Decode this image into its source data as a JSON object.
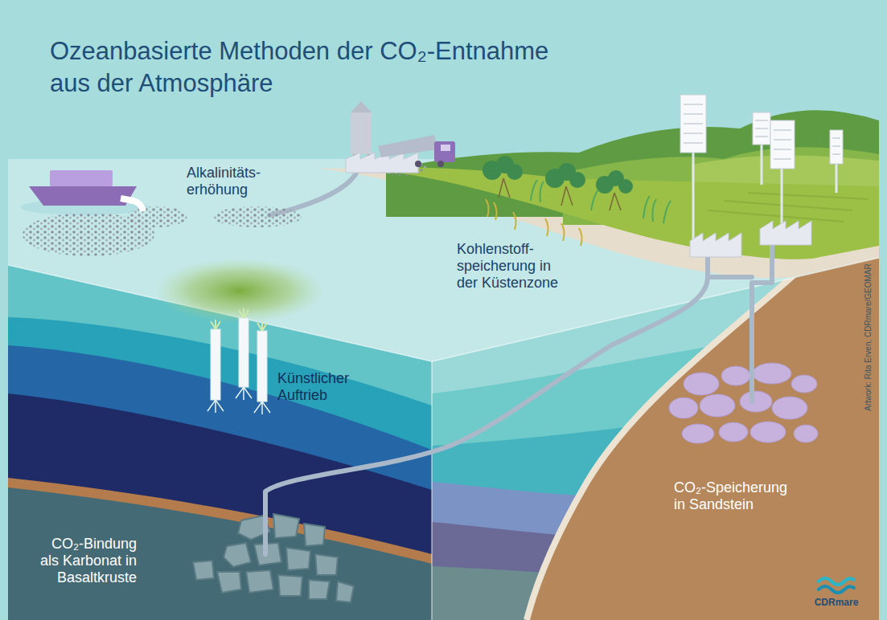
{
  "diagram": {
    "title": "Ozeanbasierte Methoden der CO₂-Entnahme aus der Atmosphäre",
    "labels": [
      "Alkalinitäts- erhöhung",
      "Kohlenstoff- speicherung in der Küstenzone",
      "Künstlicher Auftrieb",
      "CO₂-Bindung als Karbonat in Basaltkruste",
      "CO₂-Speicherung in Sandstein",
      "Artwork: Rita Erven, CDRmare/GEOMAR",
      "CDRmare"
    ]
  }
}
